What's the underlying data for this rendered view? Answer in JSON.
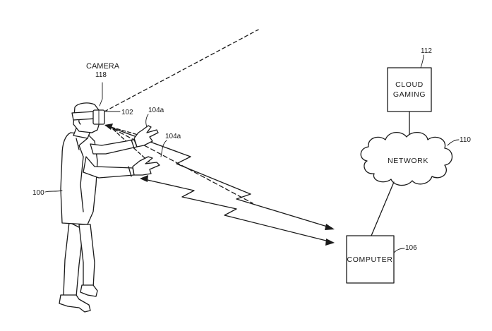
{
  "labels": {
    "camera_name": "CAMERA",
    "camera_ref": "118",
    "hmd_ref": "102",
    "hand_upper_ref": "104a",
    "hand_lower_ref": "104a",
    "user_ref": "100",
    "cloud_gaming_ref": "112",
    "cloud_gaming_line1": "CLOUD",
    "cloud_gaming_line2": "GAMING",
    "network_ref": "110",
    "network_label": "NETWORK",
    "computer_label": "COMPUTER",
    "computer_ref": "106"
  },
  "colors": {
    "ink": "#1a1a1a",
    "paper": "#ffffff"
  }
}
